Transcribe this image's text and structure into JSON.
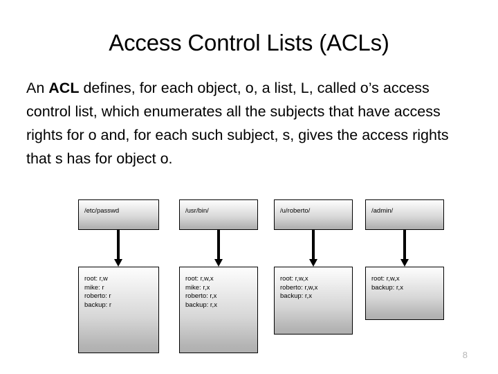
{
  "slide": {
    "title": "Access Control Lists (ACLs)",
    "body": {
      "lead": "An ",
      "bold_term": "ACL",
      "rest": " defines, for each object, o, a list, L, called o’s access control list, which enumerates all the subjects that have access rights for o and, for each such subject, s, gives the access rights that s has for object o."
    },
    "page_number": "8"
  },
  "diagram": {
    "arrow_icon": "down-arrow-icon",
    "columns": [
      {
        "object_label": "/etc/passwd",
        "acl_text": "root: r,w\nmike: r\nroberto: r\nbackup: r",
        "acl_entries": [
          {
            "subject": "root",
            "rights": "r,w"
          },
          {
            "subject": "mike",
            "rights": "r"
          },
          {
            "subject": "roberto",
            "rights": "r"
          },
          {
            "subject": "backup",
            "rights": "r"
          }
        ]
      },
      {
        "object_label": "/usr/bin/",
        "acl_text": "root: r,w,x\nmike: r,x\nroberto: r,x\nbackup: r,x",
        "acl_entries": [
          {
            "subject": "root",
            "rights": "r,w,x"
          },
          {
            "subject": "mike",
            "rights": "r,x"
          },
          {
            "subject": "roberto",
            "rights": "r,x"
          },
          {
            "subject": "backup",
            "rights": "r,x"
          }
        ]
      },
      {
        "object_label": "/u/roberto/",
        "acl_text": "root: r,w,x\nroberto: r,w,x\nbackup: r,x",
        "acl_entries": [
          {
            "subject": "root",
            "rights": "r,w,x"
          },
          {
            "subject": "roberto",
            "rights": "r,w,x"
          },
          {
            "subject": "backup",
            "rights": "r,x"
          }
        ]
      },
      {
        "object_label": "/admin/",
        "acl_text": "root: r,w,x\nbackup: r,x",
        "acl_entries": [
          {
            "subject": "root",
            "rights": "r,w,x"
          },
          {
            "subject": "backup",
            "rights": "r,x"
          }
        ]
      }
    ]
  },
  "colors": {
    "background": "#ffffff",
    "text": "#000000",
    "box_border": "#000000",
    "box_gradient_top": "#fdfdfd",
    "box_gradient_bottom": "#b0b0b0",
    "page_number": "#b6b6b6"
  }
}
